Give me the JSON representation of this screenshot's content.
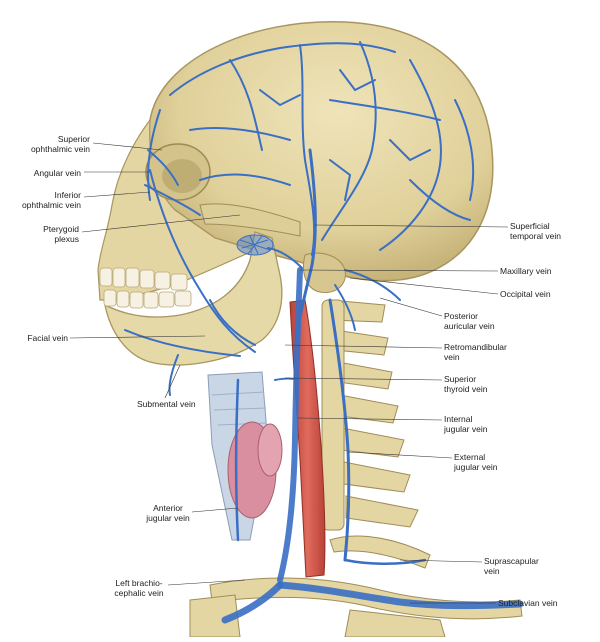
{
  "labels": {
    "superior_ophthalmic_vein": [
      "Superior",
      "ophthalmic vein"
    ],
    "angular_vein": [
      "Angular vein"
    ],
    "inferior_ophthalmic_vein": [
      "Inferior",
      "ophthalmic vein"
    ],
    "pterygoid_plexus": [
      "Pterygoid",
      "plexus"
    ],
    "facial_vein": [
      "Facial vein"
    ],
    "submental_vein": [
      "Submental vein"
    ],
    "anterior_jugular_vein": [
      "Anterior",
      "jugular vein"
    ],
    "left_brachiocephalic_vein": [
      "Left brachio-",
      "cephalic vein"
    ],
    "superficial_temporal_vein": [
      "Superficial",
      "temporal vein"
    ],
    "maxillary_vein": [
      "Maxillary vein"
    ],
    "occipital_vein": [
      "Occipital vein"
    ],
    "posterior_auricular_vein": [
      "Posterior",
      "auricular vein"
    ],
    "retromandibular_vein": [
      "Retromandibular",
      "vein"
    ],
    "superior_thyroid_vein": [
      "Superior",
      "thyroid vein"
    ],
    "internal_jugular_vein": [
      "Internal",
      "jugular vein"
    ],
    "external_jugular_vein": [
      "External",
      "jugular vein"
    ],
    "suprascapular_vein": [
      "Suprascapular",
      "vein"
    ],
    "subclavian_vein": [
      "Subclavian vein"
    ]
  },
  "colors": {
    "bone": "#e6d9a8",
    "bone_shadow": "#c9b77e",
    "vein": "#3a6fc4",
    "vein_light": "#7aa3e0",
    "muscle": "#d0564a",
    "thyroid": "#d98fa0",
    "cartilage": "#c9d6e6",
    "leader": "#333333"
  }
}
